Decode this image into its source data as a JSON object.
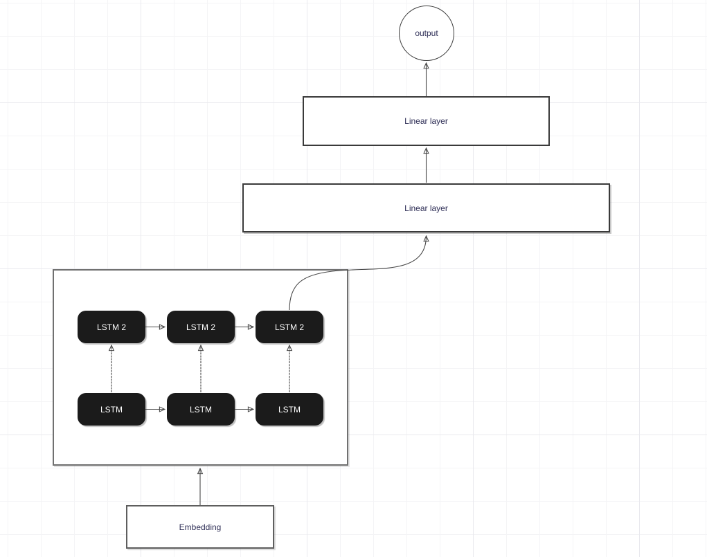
{
  "diagram": {
    "nodes": {
      "output": {
        "label": "output",
        "shape": "circle"
      },
      "linear_top": {
        "label": "Linear layer",
        "shape": "rectangle"
      },
      "linear_mid": {
        "label": "Linear layer",
        "shape": "rectangle"
      },
      "lstm_group": {
        "shape": "group-rectangle"
      },
      "lstm_top": [
        {
          "label": "LSTM 2"
        },
        {
          "label": "LSTM 2"
        },
        {
          "label": "LSTM 2"
        }
      ],
      "lstm_bottom": [
        {
          "label": "LSTM"
        },
        {
          "label": "LSTM"
        },
        {
          "label": "LSTM"
        }
      ],
      "embedding": {
        "label": "Embedding",
        "shape": "rectangle"
      }
    },
    "edges": [
      "embedding -> lstm-group",
      "lstm-bottom-1 -> lstm-top-1",
      "lstm-bottom-2 -> lstm-top-2",
      "lstm-bottom-3 -> lstm-top-3",
      "lstm-bottom-1 -> lstm-bottom-2",
      "lstm-bottom-2 -> lstm-bottom-3",
      "lstm-top-1 -> lstm-top-2",
      "lstm-top-2 -> lstm-top-3",
      "lstm-top-3 -> linear-mid (curved)",
      "linear-mid -> linear-top",
      "linear-top -> output"
    ],
    "colors": {
      "canvas_bg": "#ffffff",
      "grid_minor": "#f4f4f6",
      "grid_major": "#e9e9ee",
      "node_dark_fill": "#1b1b1b",
      "node_dark_text": "#ffffff",
      "label_text": "#2e2e56",
      "edge_stroke": "#474747",
      "light_box_border": "#3a3a3a",
      "group_border": "#707070"
    }
  }
}
